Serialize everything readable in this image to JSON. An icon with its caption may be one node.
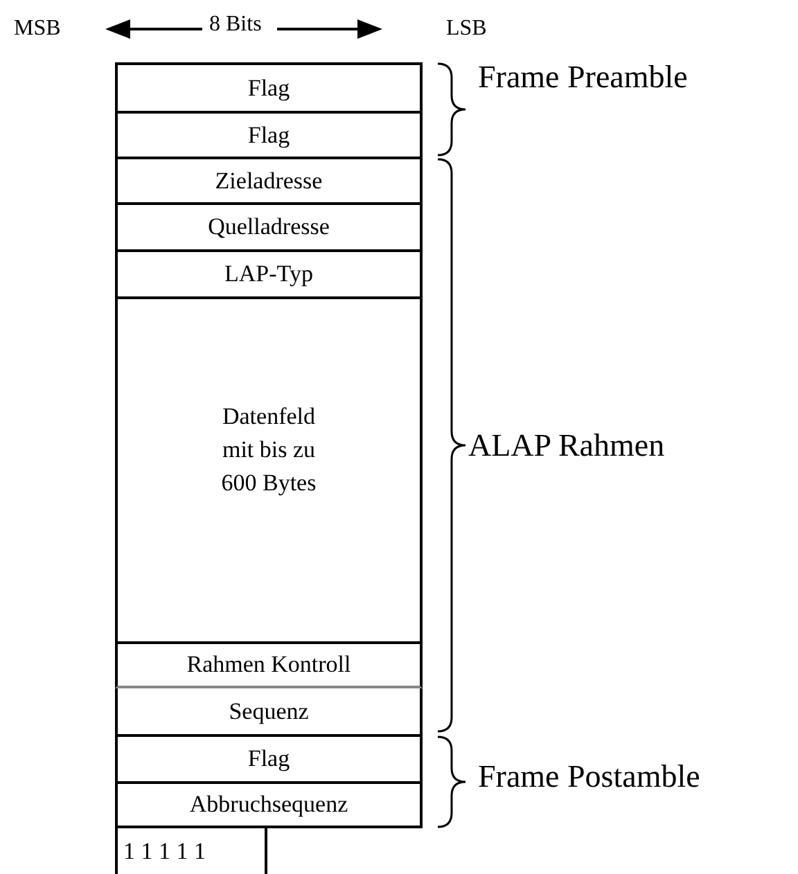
{
  "diagram": {
    "nodes": [
      {
        "text": [
          "Flag"
        ]
      },
      {
        "text": [
          "Flag"
        ]
      },
      {
        "text": [
          "Zieladresse"
        ]
      },
      {
        "text": [
          "Quelladresse"
        ]
      },
      {
        "text": [
          "LAP-Typ"
        ]
      },
      {
        "text": [
          "Datenfeld mit bis zu 600 Bytes"
        ]
      },
      {
        "text": [
          "Rahmen Kontroll"
        ]
      },
      {
        "text": [
          "Sequenz"
        ]
      },
      {
        "text": [
          "Flag"
        ]
      },
      {
        "text": [
          "Abbruchsequenz"
        ]
      },
      {
        "text": [
          "1 1 1 1 1"
        ]
      }
    ],
    "labels": [
      "MSB",
      "8 Bits",
      "LSB",
      "Frame Preamble",
      "ALAP Rahmen",
      "Frame Postamble"
    ]
  }
}
